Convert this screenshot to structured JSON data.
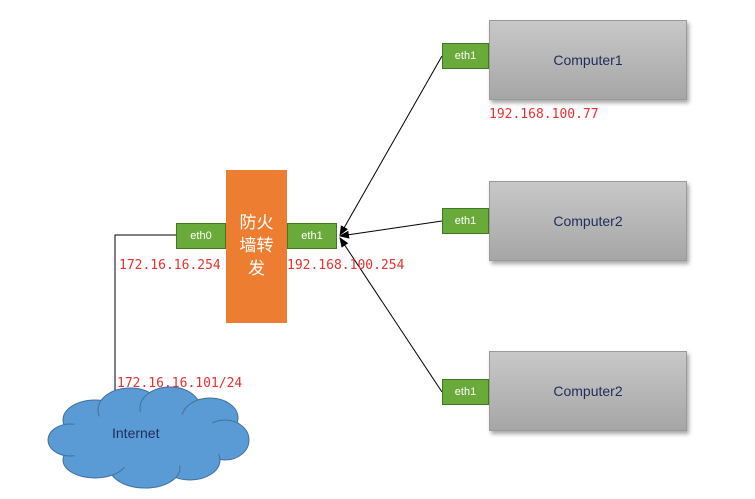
{
  "firewall": {
    "label": "防火墙转发"
  },
  "firewall_ports": {
    "eth0": "eth0",
    "eth1": "eth1"
  },
  "computers": [
    {
      "name": "Computer1",
      "port": "eth1",
      "ip": "192.168.100.77"
    },
    {
      "name": "Computer2",
      "port": "eth1"
    },
    {
      "name": "Computer2",
      "port": "eth1"
    }
  ],
  "ips": {
    "eth0": "172.16.16.254",
    "eth1": "192.168.100.254",
    "internet": "172.16.16.101/24"
  },
  "internet": {
    "label": "Internet"
  },
  "colors": {
    "firewall": "#ed7d31",
    "port": "#6aaa3a",
    "computer": "#a6a6a6",
    "cloud": "#5b9bd5",
    "ip_text": "#e8302f"
  }
}
